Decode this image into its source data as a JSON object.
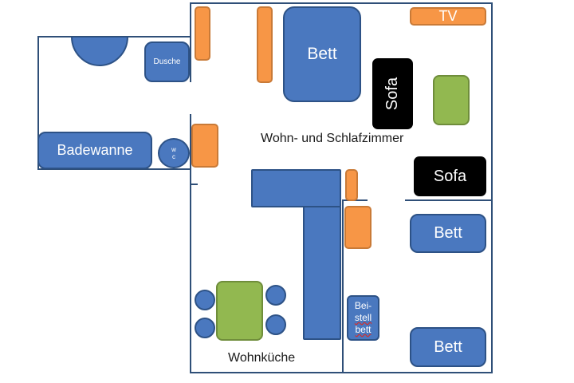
{
  "colors": {
    "wall": "#2f4f78",
    "furniture_blue": "#4a78bf",
    "furniture_orange": "#f79646",
    "furniture_green": "#92b850",
    "sofa": "#000000"
  },
  "furniture": {
    "tv": "TV",
    "bett_main": "Bett",
    "sofa_vertical": "Sofa",
    "sofa_horizontal": "Sofa",
    "dusche": "Dusche",
    "badewanne": "Badewanne",
    "wc": "w c",
    "bett_right_top": "Bett",
    "bett_right_bottom": "Bett",
    "beistellbett_line1": "Bei-",
    "beistellbett_line2": "stell",
    "beistellbett_line3": "bett"
  },
  "rooms": {
    "wohn_schlafzimmer": "Wohn- und Schlafzimmer",
    "wohnkueche": "Wohnküche"
  }
}
